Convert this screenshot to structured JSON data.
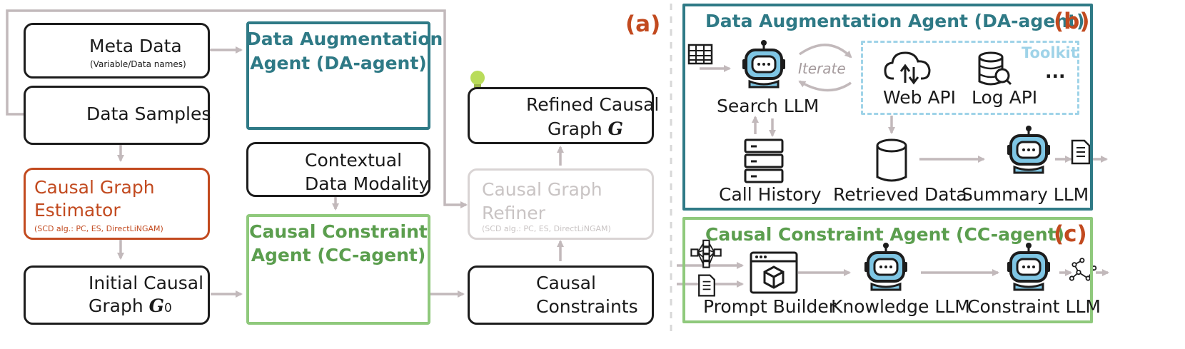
{
  "colors": {
    "teal": "#2f7a86",
    "green": "#8fc97c",
    "orange": "#c24a1f",
    "arrow": "#c2b9bb",
    "ink": "#1c1c1c",
    "robot_blue": "#7fc6e4",
    "toolkit_blue": "#9fd3e8"
  },
  "panel_a": {
    "label": "(a)",
    "meta_data": {
      "title": "Meta Data",
      "subtitle": "(Variable/Data names)"
    },
    "data_samples": {
      "title": "Data Samples"
    },
    "causal_graph_estimator": {
      "line1": "Causal Graph",
      "line2": "Estimator",
      "subtitle": "(SCD alg.: PC, ES, DirectLiNGAM)"
    },
    "initial_graph": {
      "line1": "Initial Causal",
      "line2": "Graph"
    },
    "da_agent": {
      "line1": "Data Augmentation",
      "line2": "Agent (DA-agent)"
    },
    "contextual": {
      "line1": "Contextual",
      "line2": "Data Modality"
    },
    "cc_agent": {
      "line1": "Causal Constraint",
      "line2": "Agent (CC-agent)"
    },
    "refined_graph": {
      "line1": "Refined Causal",
      "line2": "Graph"
    },
    "refiner": {
      "line1": "Causal Graph",
      "line2": "Refiner",
      "subtitle": "(SCD alg.: PC, ES, DirectLiNGAM)"
    },
    "constraints": {
      "line1": "Causal",
      "line2": "Constraints"
    }
  },
  "panel_b": {
    "label": "(b)",
    "title": "Data Augmentation Agent (DA-agent)",
    "iterate": "Iterate",
    "toolkit": "Toolkit",
    "search_llm": "Search LLM",
    "web_api": "Web API",
    "log_api": "Log API",
    "ellipsis": "...",
    "call_history": "Call History",
    "retrieved_data": "Retrieved Data",
    "summary_llm": "Summary LLM"
  },
  "panel_c": {
    "label": "(c)",
    "title": "Causal Constraint Agent (CC-agent)",
    "prompt_builder": "Prompt Builder",
    "knowledge_llm": "Knowledge LLM",
    "constraint_llm": "Constraint LLM"
  }
}
